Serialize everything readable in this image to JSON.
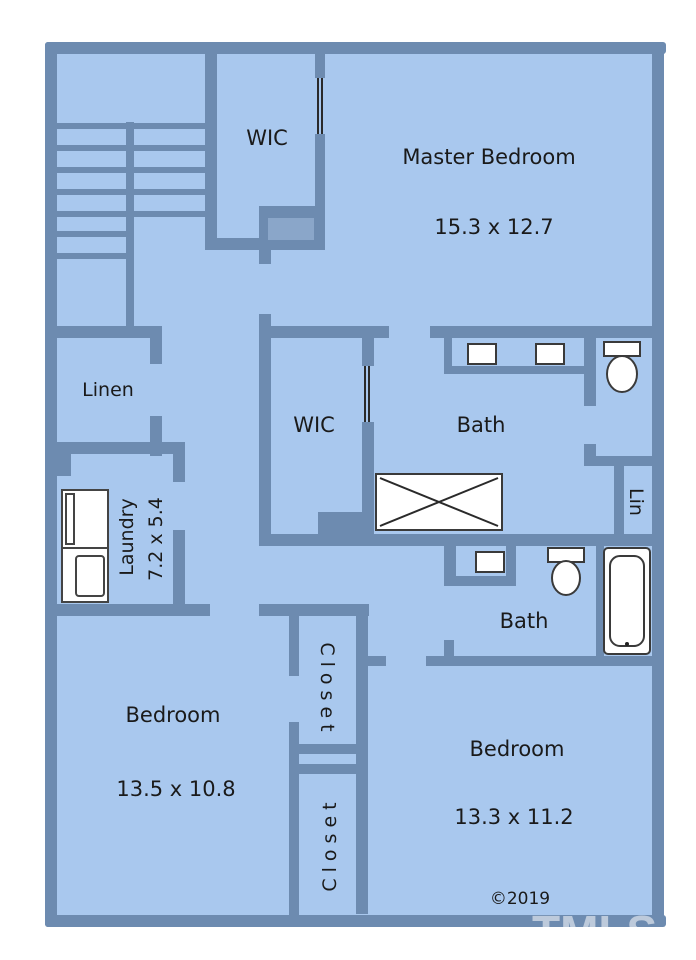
{
  "rooms": {
    "wic_top": "WIC",
    "master_bedroom": "Master Bedroom",
    "master_dim": "15.3 x 12.7",
    "linen": "Linen",
    "wic_mid": "WIC",
    "master_bath": "Bath",
    "laundry": "Laundry",
    "laundry_dim": "7.2 x 5.4",
    "lin": "Lin",
    "hall_bath": "Bath",
    "closet_a": "Closet",
    "closet_b": "Closet",
    "bedroom_left": "Bedroom",
    "bedroom_left_dim": "13.5 x 10.8",
    "bedroom_right": "Bedroom",
    "bedroom_right_dim": "13.3 x 11.2"
  },
  "copyright": "©2019",
  "watermark": "TMLS",
  "colors": {
    "floor": "#a9c8ee",
    "wall": "#6d8bb0"
  }
}
